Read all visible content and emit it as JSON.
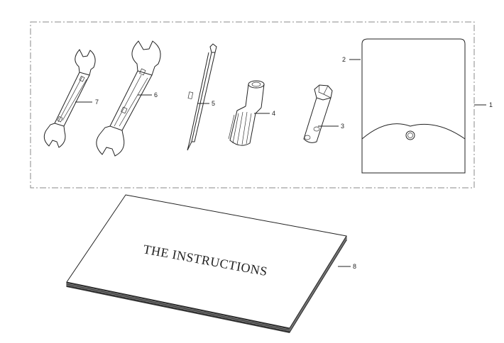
{
  "callouts": {
    "kit": "1",
    "pouch": "2",
    "plug_wrench": "3",
    "handle": "4",
    "screwdriver": "5",
    "wrench_large": "6",
    "wrench_small": "7",
    "manual": "8"
  },
  "manual": {
    "cover_title": "THE INSTRUCTIONS"
  },
  "colors": {
    "line": "#222222",
    "frame": "#888888",
    "book_edge": "#333333"
  }
}
